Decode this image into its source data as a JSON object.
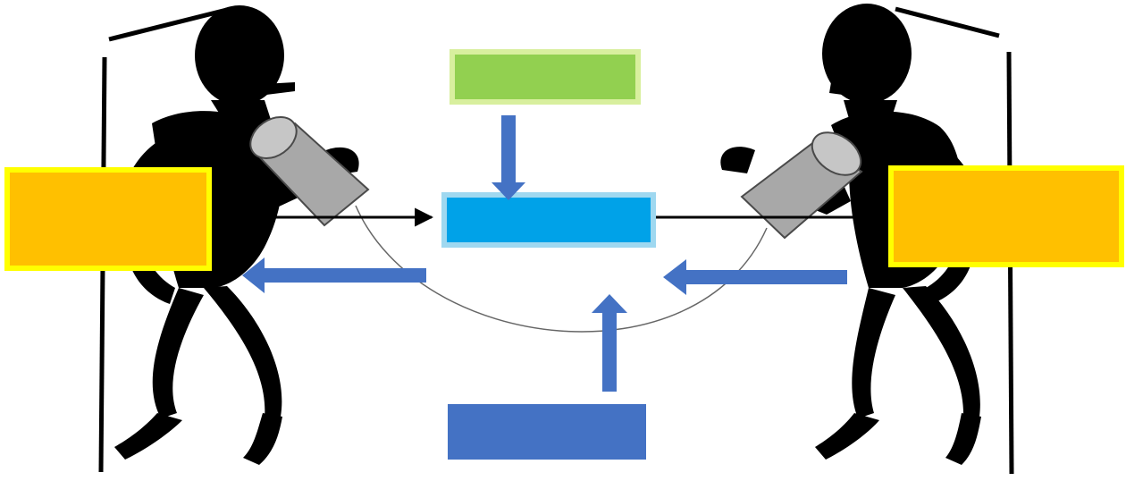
{
  "diagram": {
    "boxes": [
      {
        "id": "left-box",
        "fill": "#ffc000",
        "stroke": "#ffff00",
        "text": ""
      },
      {
        "id": "right-box",
        "fill": "#ffc000",
        "stroke": "#ffff00",
        "text": ""
      },
      {
        "id": "top-box",
        "fill": "#92d050",
        "stroke": "#d8ef9e",
        "text": ""
      },
      {
        "id": "center-box",
        "fill": "#00a2e8",
        "stroke": "#9fd8f0",
        "text": ""
      },
      {
        "id": "bottom-box",
        "fill": "#4472c4",
        "stroke": "#4472c4",
        "text": ""
      }
    ],
    "colors": {
      "silhouette": "#000000",
      "can": "#a8a8a8",
      "can_lid": "#c6c6c6",
      "string": "#666666",
      "arrow_blue": "#4472c4",
      "arrow_black": "#000000"
    },
    "figures": [
      {
        "id": "left-person",
        "icon": "person-silhouette-icon"
      },
      {
        "id": "right-person",
        "icon": "person-silhouette-icon"
      }
    ]
  }
}
